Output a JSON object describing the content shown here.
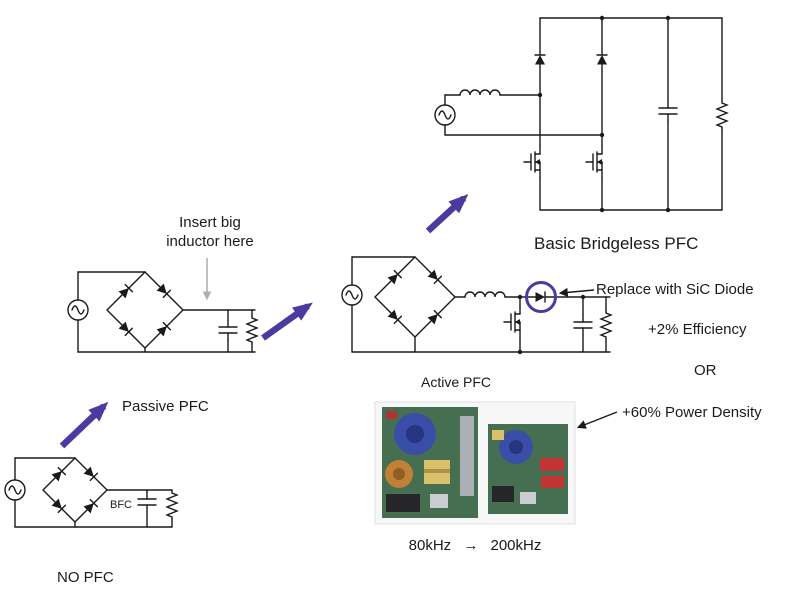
{
  "diagram": {
    "stages": {
      "no_pfc": {
        "label": "NO PFC",
        "component_label": "BFC"
      },
      "passive_pfc": {
        "label": "Passive PFC",
        "annotation": "Insert big\ninductor here"
      },
      "active_pfc": {
        "label": "Active PFC",
        "callout": "Replace with SiC Diode"
      },
      "bridgeless_pfc": {
        "label": "Basic Bridgeless PFC"
      }
    },
    "benefits": {
      "efficiency": "+2% Efficiency",
      "conjunction": "OR",
      "power_density": "+60% Power Density"
    },
    "photo": {
      "caption": "80kHz → 200kHz"
    },
    "colors": {
      "arrow": "#4a3ba0",
      "circuit": "#1a1a1a",
      "gray_annotation": "#b0b0b0"
    }
  }
}
